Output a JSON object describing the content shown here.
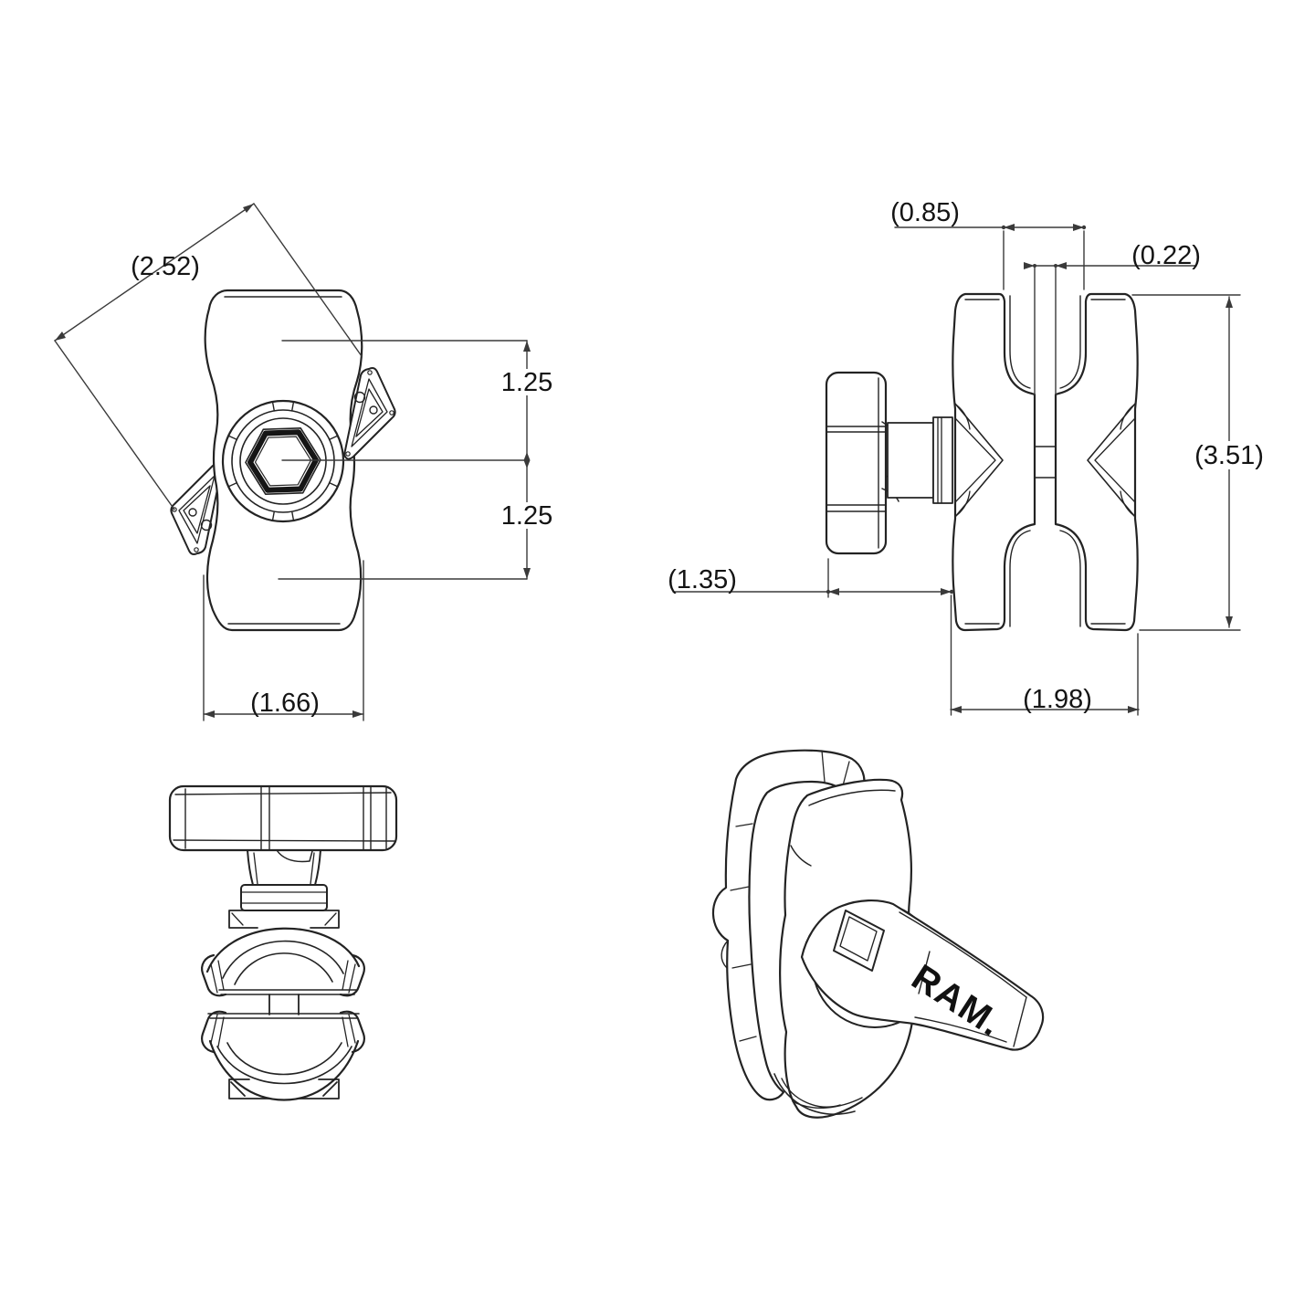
{
  "page": {
    "background_color": "#ffffff",
    "line_color": "#232323",
    "dimension_line_color": "#3a3a3a",
    "text_color": "#141414"
  },
  "views": {
    "front_view": {
      "dims": {
        "diagonal": "(2.52)",
        "upper": "1.25",
        "lower": "1.25",
        "width": "(1.66)"
      }
    },
    "side_view": {
      "dims": {
        "top_opening": "(0.85)",
        "slot": "(0.22)",
        "height": "(3.51)",
        "knob": "(1.35)",
        "width": "(1.98)"
      }
    },
    "top_view": {},
    "perspective_view": {
      "logo": "RAM."
    }
  }
}
